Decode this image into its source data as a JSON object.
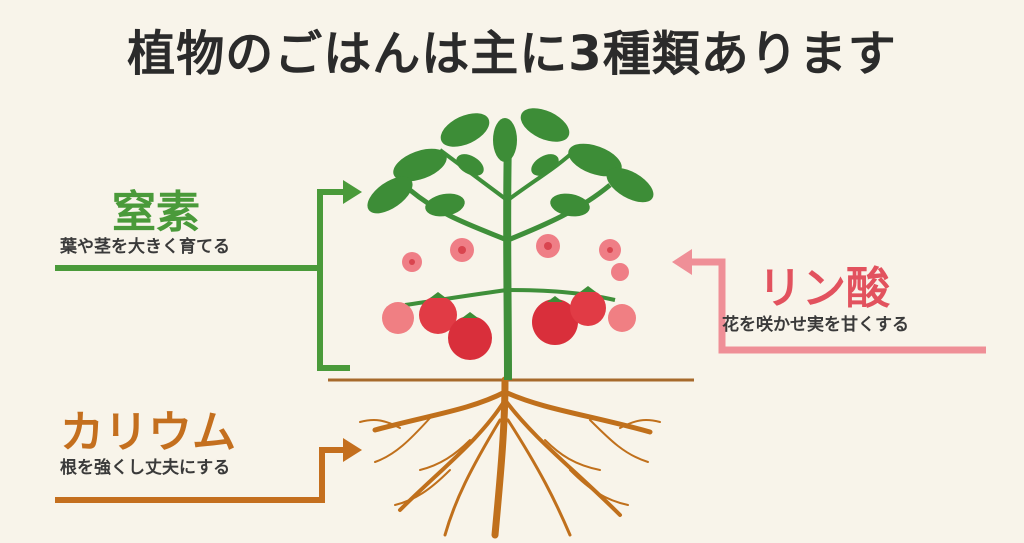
{
  "title": "植物のごはんは主に3種類あります",
  "nutrients": {
    "nitrogen": {
      "name": "窒素",
      "desc": "葉や茎を大きく育てる",
      "color": "#4a9a3a"
    },
    "phosphorus": {
      "name": "リン酸",
      "desc": "花を咲かせ実を甘くする",
      "color": "#e2525e"
    },
    "potassium": {
      "name": "カリウム",
      "desc": "根を強くし丈夫にする",
      "color": "#c46f1e"
    }
  },
  "icons": [
    "tomato-plant-illustration",
    "arrow-icon"
  ]
}
